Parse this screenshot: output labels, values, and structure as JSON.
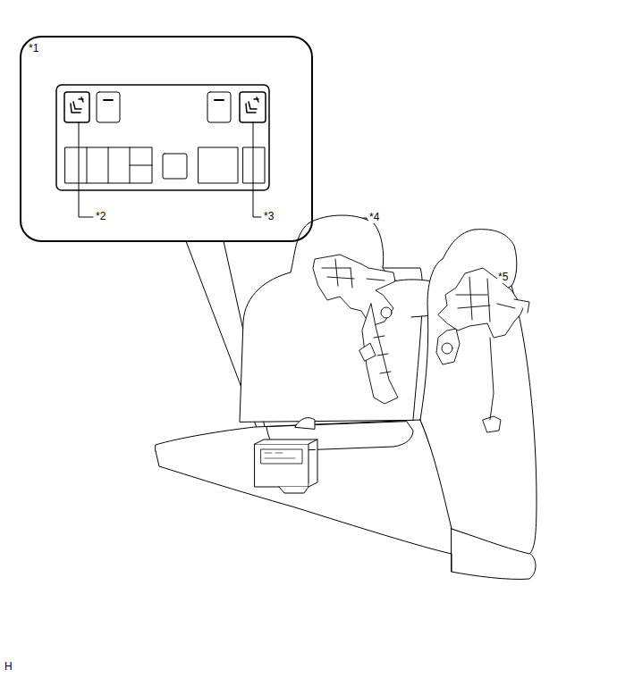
{
  "diagram": {
    "nodes": [
      {
        "text": [
          "*1"
        ]
      }
    ],
    "labels": [
      "*2",
      "*3",
      "*4",
      "*5",
      "H"
    ]
  }
}
